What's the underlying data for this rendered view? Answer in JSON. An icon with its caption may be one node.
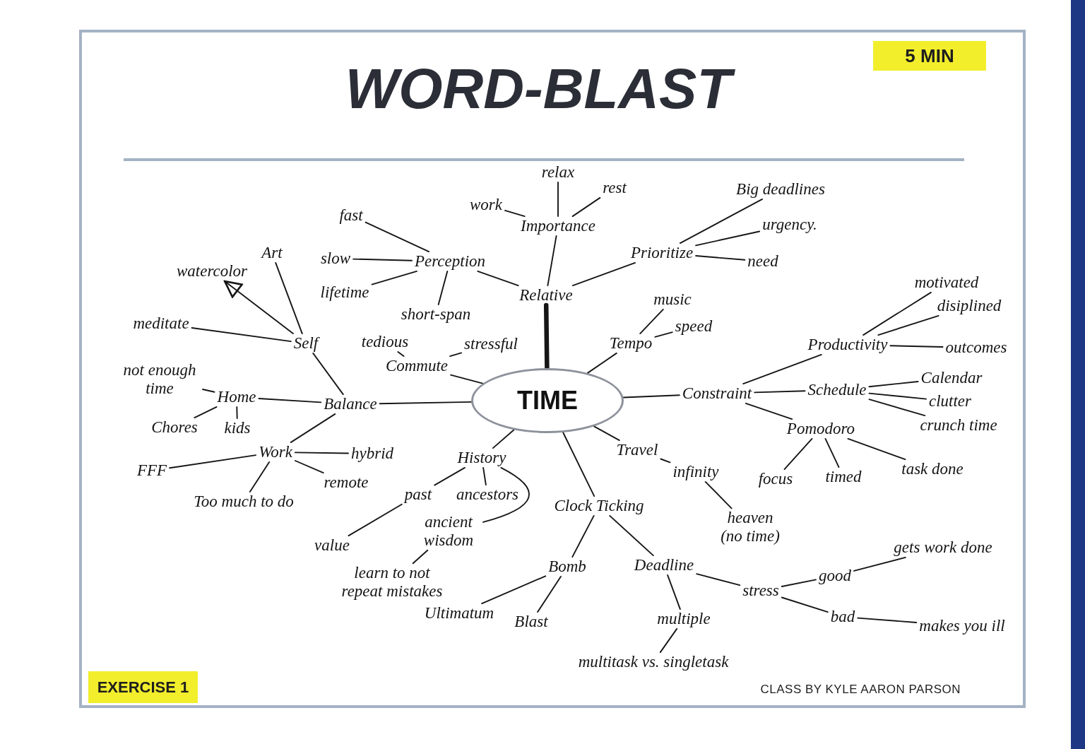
{
  "diagram": {
    "title": "WORD-BLAST",
    "nodes": [
      {
        "text": [
          "TIME"
        ]
      },
      {
        "text": [
          "fast"
        ]
      },
      {
        "text": [
          "slow"
        ]
      },
      {
        "text": [
          "lifetime"
        ]
      },
      {
        "text": [
          "Perception"
        ]
      },
      {
        "text": [
          "short-span"
        ]
      },
      {
        "text": [
          "watercolor"
        ]
      },
      {
        "text": [
          "Art"
        ]
      },
      {
        "text": [
          "meditate"
        ]
      },
      {
        "text": [
          "Self"
        ]
      },
      {
        "text": [
          "tedious"
        ]
      },
      {
        "text": [
          "stressful"
        ]
      },
      {
        "text": [
          "Commute"
        ]
      },
      {
        "text": [
          "not enough time"
        ]
      },
      {
        "text": [
          "Home"
        ]
      },
      {
        "text": [
          "Balance"
        ]
      },
      {
        "text": [
          "Chores"
        ]
      },
      {
        "text": [
          "kids"
        ]
      },
      {
        "text": [
          "Work"
        ]
      },
      {
        "text": [
          "hybrid"
        ]
      },
      {
        "text": [
          "FFF"
        ]
      },
      {
        "text": [
          "remote"
        ]
      },
      {
        "text": [
          "Too much to do"
        ]
      },
      {
        "text": [
          "relax"
        ]
      },
      {
        "text": [
          "work"
        ]
      },
      {
        "text": [
          "rest"
        ]
      },
      {
        "text": [
          "Importance"
        ]
      },
      {
        "text": [
          "Relative"
        ]
      },
      {
        "text": [
          "Prioritize"
        ]
      },
      {
        "text": [
          "Big deadlines"
        ]
      },
      {
        "text": [
          "urgency."
        ]
      },
      {
        "text": [
          "need"
        ]
      },
      {
        "text": [
          "music"
        ]
      },
      {
        "text": [
          "Tempo"
        ]
      },
      {
        "text": [
          "speed"
        ]
      },
      {
        "text": [
          "motivated"
        ]
      },
      {
        "text": [
          "Productivity"
        ]
      },
      {
        "text": [
          "disiplined"
        ]
      },
      {
        "text": [
          "outcomes"
        ]
      },
      {
        "text": [
          "Constraint"
        ]
      },
      {
        "text": [
          "Schedule"
        ]
      },
      {
        "text": [
          "Calendar"
        ]
      },
      {
        "text": [
          "clutter"
        ]
      },
      {
        "text": [
          "crunch time"
        ]
      },
      {
        "text": [
          "Pomodoro"
        ]
      },
      {
        "text": [
          "focus"
        ]
      },
      {
        "text": [
          "timed"
        ]
      },
      {
        "text": [
          "task done"
        ]
      },
      {
        "text": [
          "History"
        ]
      },
      {
        "text": [
          "Travel"
        ]
      },
      {
        "text": [
          "past"
        ]
      },
      {
        "text": [
          "ancestors"
        ]
      },
      {
        "text": [
          "infinity"
        ]
      },
      {
        "text": [
          "Clock Ticking"
        ]
      },
      {
        "text": [
          "heaven (no time)"
        ]
      },
      {
        "text": [
          "value"
        ]
      },
      {
        "text": [
          "ancient wisdom"
        ]
      },
      {
        "text": [
          "learn to not repeat mistakes"
        ]
      },
      {
        "text": [
          "Bomb"
        ]
      },
      {
        "text": [
          "Deadline"
        ]
      },
      {
        "text": [
          "stress"
        ]
      },
      {
        "text": [
          "good"
        ]
      },
      {
        "text": [
          "gets work done"
        ]
      },
      {
        "text": [
          "bad"
        ]
      },
      {
        "text": [
          "makes you ill"
        ]
      },
      {
        "text": [
          "Ultimatum"
        ]
      },
      {
        "text": [
          "Blast"
        ]
      },
      {
        "text": [
          "multiple"
        ]
      },
      {
        "text": [
          "multitask vs. singletask"
        ]
      }
    ],
    "edges": [
      {
        "from": 4,
        "to": 1,
        "arrow": "none"
      },
      {
        "from": 4,
        "to": 2,
        "arrow": "none"
      },
      {
        "from": 4,
        "to": 3,
        "arrow": "none"
      },
      {
        "from": 4,
        "to": 5,
        "arrow": "none"
      },
      {
        "from": 27,
        "to": 4,
        "arrow": "none"
      },
      {
        "from": 26,
        "to": 24,
        "arrow": "none"
      },
      {
        "from": 26,
        "to": 23,
        "arrow": "none"
      },
      {
        "from": 26,
        "to": 25,
        "arrow": "none"
      },
      {
        "from": 27,
        "to": 26,
        "arrow": "none"
      },
      {
        "from": 27,
        "to": 28,
        "arrow": "none"
      },
      {
        "from": 0,
        "to": 27,
        "arrow": "none",
        "style": "thick"
      },
      {
        "from": 28,
        "to": 29,
        "arrow": "none"
      },
      {
        "from": 28,
        "to": 30,
        "arrow": "none"
      },
      {
        "from": 28,
        "to": 31,
        "arrow": "none"
      },
      {
        "from": 0,
        "to": 33,
        "arrow": "none"
      },
      {
        "from": 33,
        "to": 32,
        "arrow": "none"
      },
      {
        "from": 33,
        "to": 34,
        "arrow": "none"
      },
      {
        "from": 0,
        "to": 39,
        "arrow": "none"
      },
      {
        "from": 39,
        "to": 36,
        "arrow": "none"
      },
      {
        "from": 36,
        "to": 35,
        "arrow": "none"
      },
      {
        "from": 36,
        "to": 37,
        "arrow": "none"
      },
      {
        "from": 36,
        "to": 38,
        "arrow": "none"
      },
      {
        "from": 39,
        "to": 40,
        "arrow": "none"
      },
      {
        "from": 40,
        "to": 41,
        "arrow": "none"
      },
      {
        "from": 40,
        "to": 42,
        "arrow": "none"
      },
      {
        "from": 40,
        "to": 43,
        "arrow": "none"
      },
      {
        "from": 39,
        "to": 44,
        "arrow": "none"
      },
      {
        "from": 44,
        "to": 45,
        "arrow": "none"
      },
      {
        "from": 44,
        "to": 46,
        "arrow": "none"
      },
      {
        "from": 44,
        "to": 47,
        "arrow": "none"
      },
      {
        "from": 0,
        "to": 12,
        "arrow": "none"
      },
      {
        "from": 12,
        "to": 11,
        "arrow": "none"
      },
      {
        "from": 12,
        "to": 10,
        "arrow": "none"
      },
      {
        "from": 0,
        "to": 15,
        "arrow": "none"
      },
      {
        "from": 15,
        "to": 14,
        "arrow": "none"
      },
      {
        "from": 15,
        "to": 9,
        "arrow": "none"
      },
      {
        "from": 15,
        "to": 18,
        "arrow": "none"
      },
      {
        "from": 9,
        "to": 7,
        "arrow": "none"
      },
      {
        "from": 9,
        "to": 8,
        "arrow": "none"
      },
      {
        "from": 9,
        "to": 6,
        "arrow": "to"
      },
      {
        "from": 14,
        "to": 13,
        "arrow": "none"
      },
      {
        "from": 14,
        "to": 16,
        "arrow": "none"
      },
      {
        "from": 14,
        "to": 17,
        "arrow": "none"
      },
      {
        "from": 18,
        "to": 19,
        "arrow": "none"
      },
      {
        "from": 18,
        "to": 20,
        "arrow": "none"
      },
      {
        "from": 18,
        "to": 21,
        "arrow": "none"
      },
      {
        "from": 18,
        "to": 22,
        "arrow": "none"
      },
      {
        "from": 0,
        "to": 48,
        "arrow": "none"
      },
      {
        "from": 48,
        "to": 50,
        "arrow": "none"
      },
      {
        "from": 48,
        "to": 51,
        "arrow": "none"
      },
      {
        "from": 50,
        "to": 55,
        "arrow": "none"
      },
      {
        "from": 48,
        "to": 56,
        "arrow": "none"
      },
      {
        "from": 56,
        "to": 57,
        "arrow": "none"
      },
      {
        "from": 0,
        "to": 53,
        "arrow": "none"
      },
      {
        "from": 53,
        "to": 58,
        "arrow": "none"
      },
      {
        "from": 53,
        "to": 59,
        "arrow": "none"
      },
      {
        "from": 58,
        "to": 65,
        "arrow": "none"
      },
      {
        "from": 58,
        "to": 66,
        "arrow": "none"
      },
      {
        "from": 59,
        "to": 67,
        "arrow": "none"
      },
      {
        "from": 59,
        "to": 60,
        "arrow": "none"
      },
      {
        "from": 67,
        "to": 68,
        "arrow": "none"
      },
      {
        "from": 60,
        "to": 61,
        "arrow": "none"
      },
      {
        "from": 60,
        "to": 63,
        "arrow": "none"
      },
      {
        "from": 61,
        "to": 62,
        "arrow": "none"
      },
      {
        "from": 63,
        "to": 64,
        "arrow": "none"
      },
      {
        "from": 0,
        "to": 49,
        "arrow": "none"
      },
      {
        "from": 49,
        "to": 52,
        "arrow": "none"
      },
      {
        "from": 52,
        "to": 54,
        "arrow": "none"
      }
    ],
    "labels": [
      "5 MIN",
      "EXERCISE 1",
      "CLASS BY KYLE AARON PARSON"
    ]
  }
}
